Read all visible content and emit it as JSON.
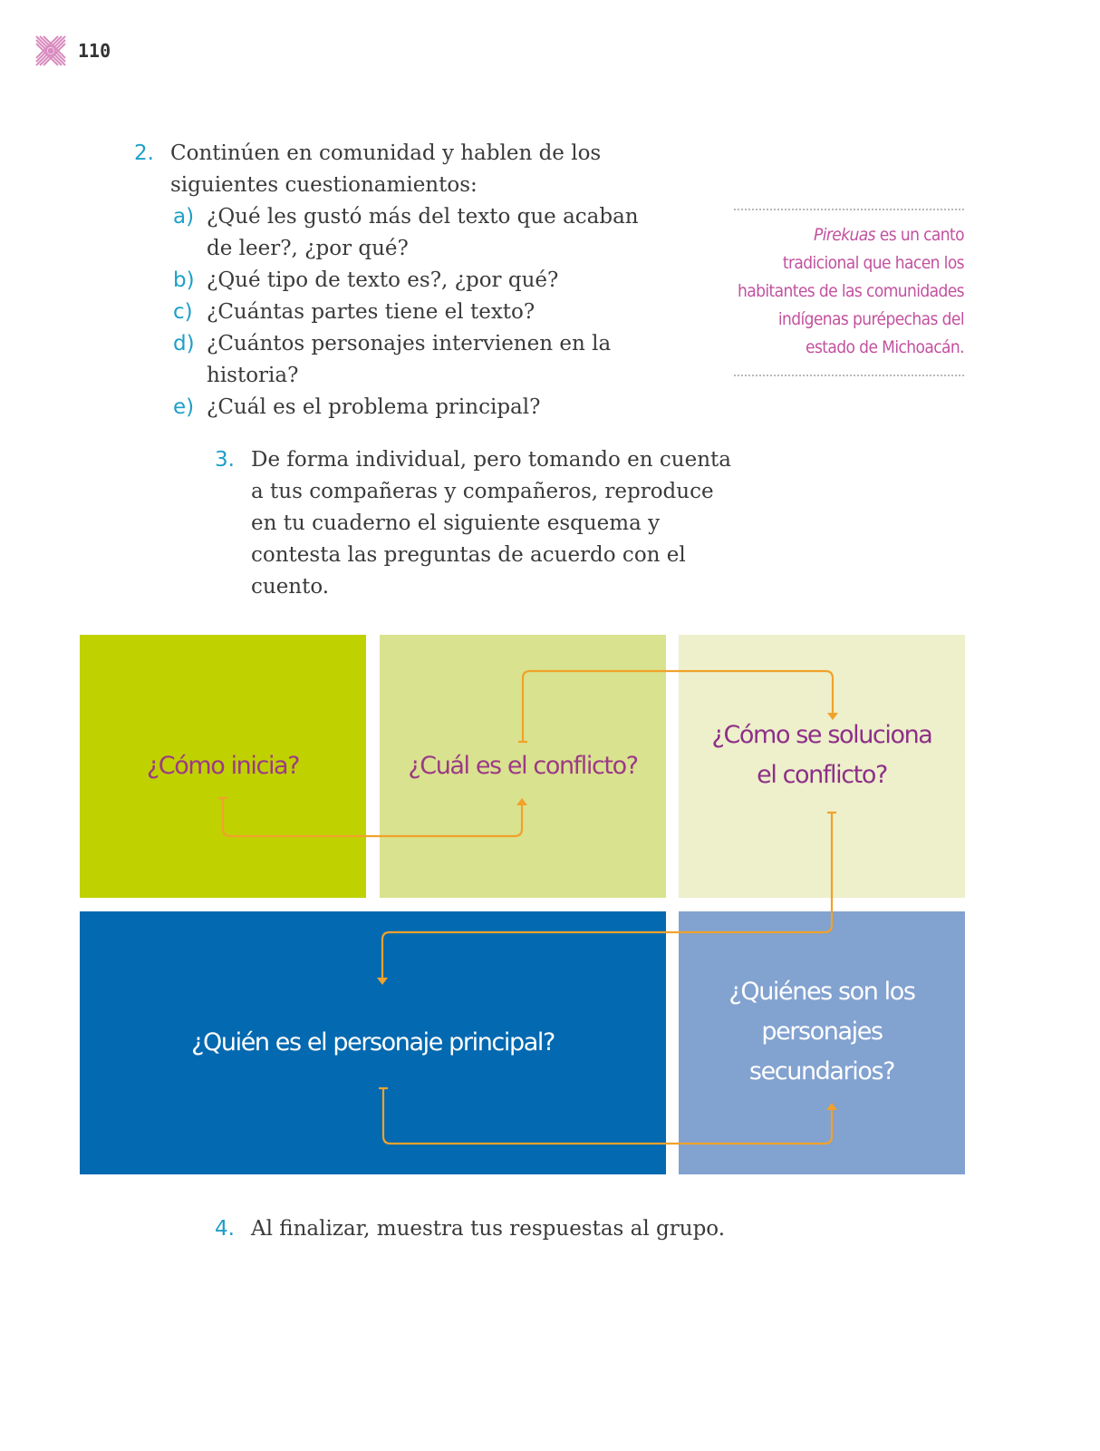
{
  "page_number": "110",
  "logo_icon": "decorative-star-emblem",
  "colors": {
    "accent_number": "#1d9fc8",
    "note_text": "#c2519f",
    "arrow": "#f0a22b",
    "box1": "#c0d100",
    "box2": "#d9e28e",
    "box3": "#edf0cb",
    "box4": "#0369b0",
    "box5": "#82a2d0"
  },
  "activity2": {
    "number": "2.",
    "text": "Continúen en comunidad y hablen de los\nsiguientes cuestionamientos:",
    "items": [
      {
        "letter": "a)",
        "text": "¿Qué les gustó más del texto que acaban\nde leer?, ¿por qué?"
      },
      {
        "letter": "b)",
        "text": "¿Qué tipo de texto es?, ¿por qué?"
      },
      {
        "letter": "c)",
        "text": "¿Cuántas partes tiene el texto?"
      },
      {
        "letter": "d)",
        "text": "¿Cuántos personajes intervienen en la\nhistoria?"
      },
      {
        "letter": "e)",
        "text": "¿Cuál es el problema principal?"
      }
    ]
  },
  "note": {
    "italic": "Pirekuas",
    "text": " es un canto tradicional que hacen los habitantes de las comunidades indígenas purépechas del estado de Michoacán."
  },
  "activity3": {
    "number": "3.",
    "text": "De forma individual, pero tomando en cuenta\na tus compañeras y compañeros, reproduce\nen tu cuaderno el siguiente esquema y\ncontesta las preguntas de acuerdo con el\ncuento."
  },
  "scheme": {
    "box1": "¿Cómo inicia?",
    "box2": "¿Cuál es el conflicto?",
    "box3": "¿Cómo se soluciona el conflicto?",
    "box4": "¿Quién es el personaje principal?",
    "box5": "¿Quiénes son los personajes secundarios?"
  },
  "activity4": {
    "number": "4.",
    "text": "Al finalizar, muestra tus respuestas al grupo."
  }
}
